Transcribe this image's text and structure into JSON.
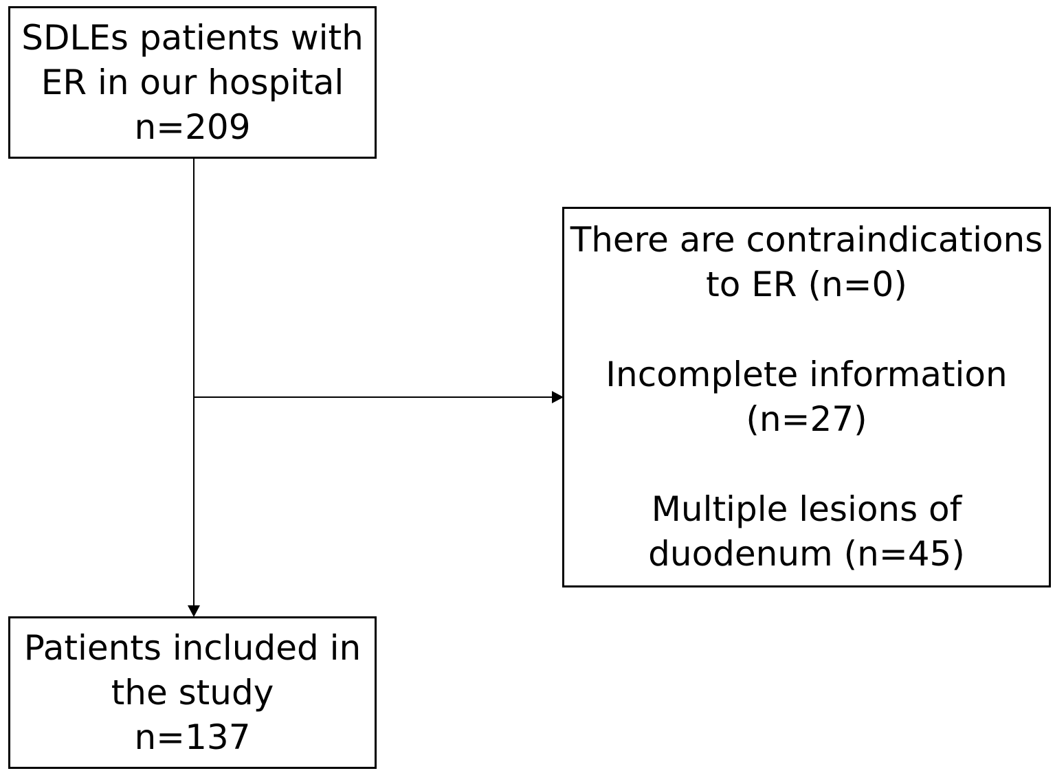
{
  "flowchart": {
    "top_box": {
      "lines": [
        "SDLEs patients with",
        "ER in our hospital",
        "n=209"
      ]
    },
    "exclusion_box": {
      "items": [
        {
          "lines": [
            "There are contraindications",
            "to ER (n=0)"
          ]
        },
        {
          "lines": [
            "Incomplete information",
            "(n=27)"
          ]
        },
        {
          "lines": [
            "Multiple lesions of",
            "duodenum (n=45)"
          ]
        }
      ]
    },
    "bottom_box": {
      "lines": [
        "Patients included in",
        "the study",
        "n=137"
      ]
    }
  }
}
